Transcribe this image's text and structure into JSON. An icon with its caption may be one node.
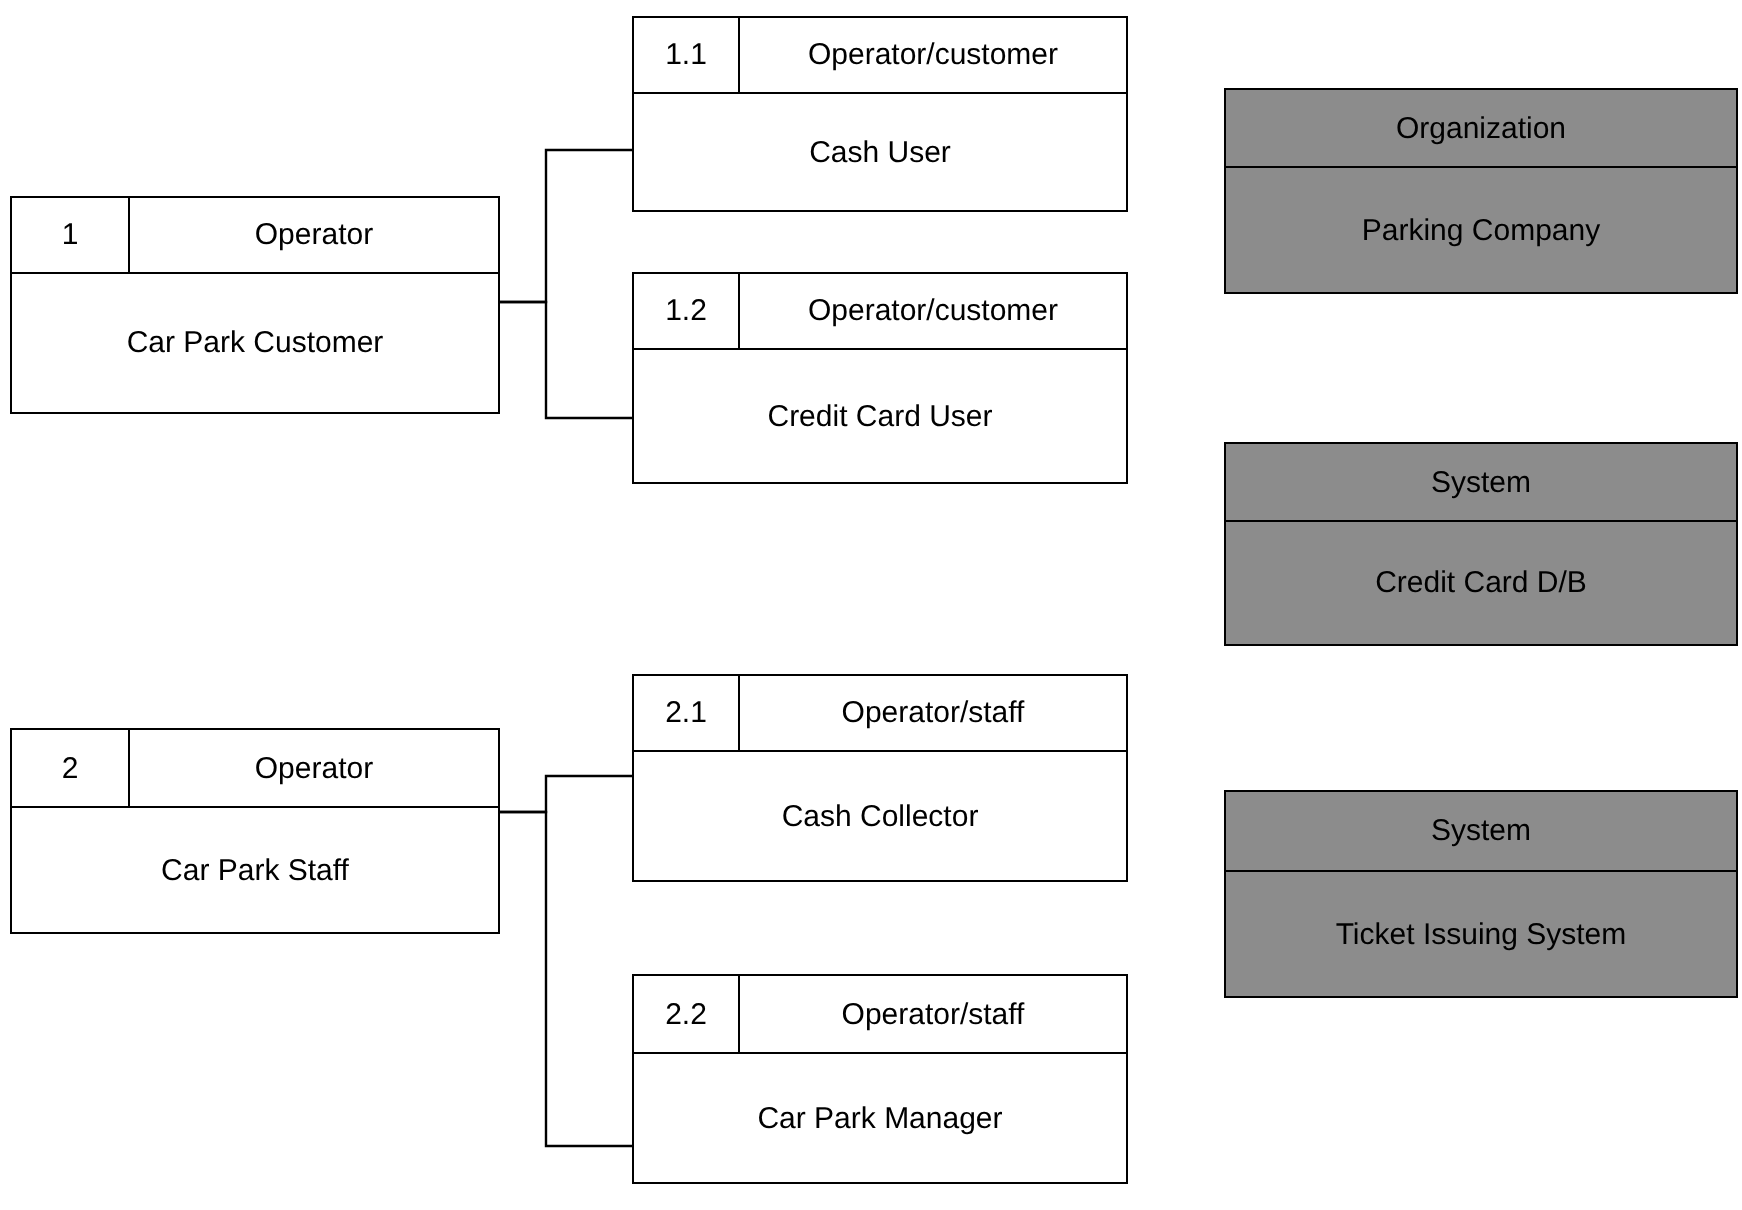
{
  "diagram": {
    "nodes": [
      {
        "text": [
          "1",
          "Operator",
          "Car Park Customer"
        ]
      },
      {
        "text": [
          "1.1",
          "Operator/customer",
          "Cash User"
        ]
      },
      {
        "text": [
          "1.2",
          "Operator/customer",
          "Credit Card User"
        ]
      },
      {
        "text": [
          "2",
          "Operator",
          "Car Park Staff"
        ]
      },
      {
        "text": [
          "2.1",
          "Operator/staff",
          "Cash Collector"
        ]
      },
      {
        "text": [
          "2.2",
          "Operator/staff",
          "Car Park Manager"
        ]
      },
      {
        "text": [
          "Organization",
          "Parking Company"
        ]
      },
      {
        "text": [
          "System",
          "Credit Card D/B"
        ]
      },
      {
        "text": [
          "System",
          "Ticket Issuing System"
        ]
      }
    ],
    "edges": [
      {
        "from": 0,
        "to": 1,
        "arrow": "none"
      },
      {
        "from": 0,
        "to": 2,
        "arrow": "none"
      },
      {
        "from": 3,
        "to": 4,
        "arrow": "none"
      },
      {
        "from": 3,
        "to": 5,
        "arrow": "none"
      }
    ]
  }
}
